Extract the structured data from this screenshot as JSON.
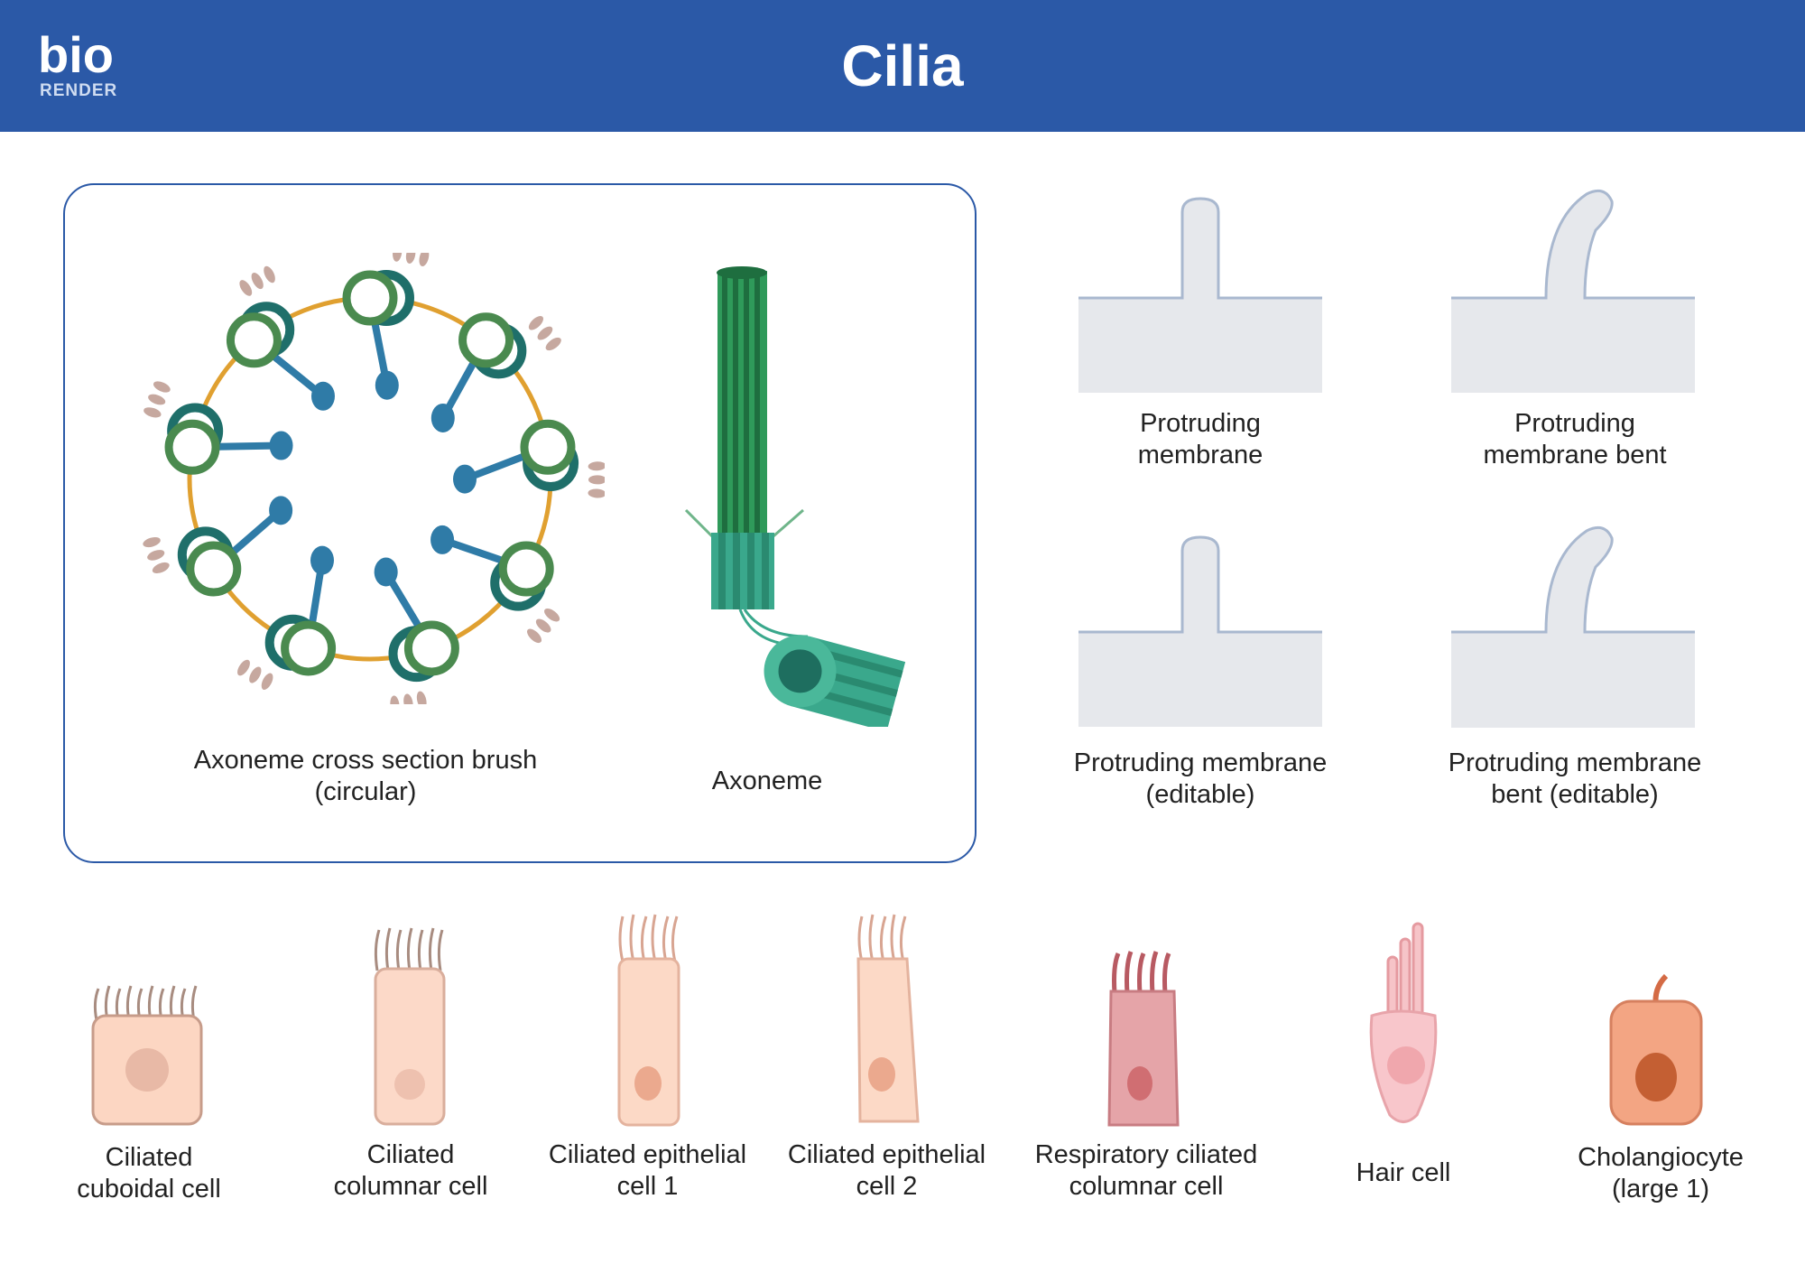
{
  "header": {
    "title": "Cilia",
    "logo_text": "RENDER",
    "logo_mark": "bio"
  },
  "panel": {
    "items": [
      {
        "label": "Axoneme cross section brush (circular)",
        "icon": "axoneme-cross-section-icon"
      },
      {
        "label": "Axoneme",
        "icon": "axoneme-icon"
      }
    ]
  },
  "membranes": [
    {
      "label": "Protruding membrane",
      "icon": "protruding-membrane-icon"
    },
    {
      "label": "Protruding membrane bent",
      "icon": "protruding-membrane-bent-icon"
    },
    {
      "label": "Protruding membrane (editable)",
      "icon": "protruding-membrane-editable-icon"
    },
    {
      "label": "Protruding membrane bent (editable)",
      "icon": "protruding-membrane-bent-editable-icon"
    }
  ],
  "cells": [
    {
      "label": "Ciliated cuboidal cell",
      "icon": "ciliated-cuboidal-cell-icon"
    },
    {
      "label": "Ciliated columnar cell",
      "icon": "ciliated-columnar-cell-icon"
    },
    {
      "label": "Ciliated epithelial cell 1",
      "icon": "ciliated-epithelial-cell-1-icon"
    },
    {
      "label": "Ciliated epithelial cell 2",
      "icon": "ciliated-epithelial-cell-2-icon"
    },
    {
      "label": "Respiratory ciliated columnar cell",
      "icon": "respiratory-ciliated-columnar-cell-icon"
    },
    {
      "label": "Hair cell",
      "icon": "hair-cell-icon"
    },
    {
      "label": "Cholangiocyte (large 1)",
      "icon": "cholangiocyte-icon"
    }
  ],
  "colors": {
    "header": "#2b59a7",
    "doublet_outer": "#1f6f6a",
    "doublet_inner": "#4a8a4f",
    "spoke": "#2f7ba7",
    "ring": "#e0a030",
    "membrane": "#e6e8ec"
  }
}
